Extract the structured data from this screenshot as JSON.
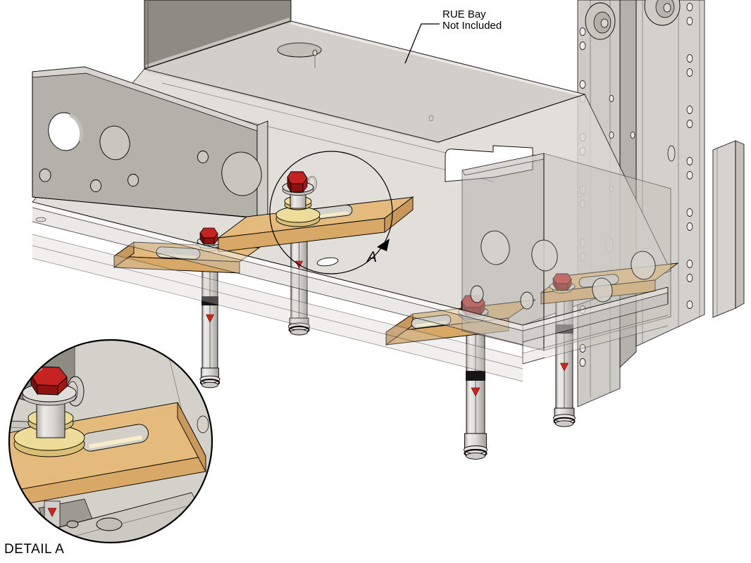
{
  "drawing": {
    "note": {
      "line1": "RUE Bay",
      "line2": "Not Included"
    },
    "detail_label": "DETAIL A",
    "callout_letter": "A",
    "colors": {
      "background": "#ffffff",
      "outline": "#000000",
      "sheet_metal_light": "#d6d3ce",
      "sheet_metal_mid": "#c2bfb9",
      "sheet_metal_dark": "#8e8a84",
      "bracket_gray": "#b4b0aa",
      "plate_tan_top": "#e4bb7d",
      "plate_tan_front": "#d8a966",
      "washer_gold_top": "#eedc9b",
      "washer_gold_side": "#d9bf76",
      "bolt_red_top": "#c42322",
      "bolt_red_side": "#8e1210",
      "bolt_red_dark": "#7c0d0b",
      "leg_gray": "#dedcd8",
      "marker_red": "#cc2420",
      "band_black": "#161616"
    },
    "parts": [
      "rack-rails",
      "rue-bay-enclosure",
      "left-mounting-bracket",
      "right-mounting-bracket",
      "base-tray",
      "mounting-plate",
      "hex-bolt",
      "gold-washer",
      "leveling-leg",
      "detail-a-view"
    ]
  }
}
